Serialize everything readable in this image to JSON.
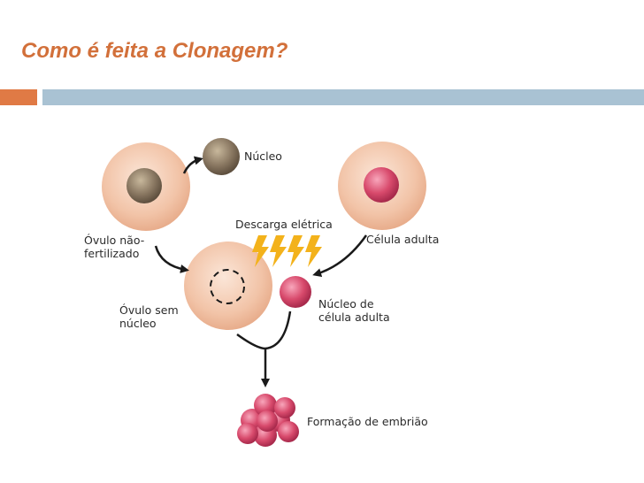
{
  "slide": {
    "title": "Como é feita a Clonagem?",
    "accent_color": "#e07a45",
    "bar_color": "#a9c2d3",
    "title_color": "#d2703a"
  },
  "diagram": {
    "labels": {
      "nucleus": "Núcleo",
      "unfertilized_egg_line1": "Óvulo não-",
      "unfertilized_egg_line2": "fertilizado",
      "electric_discharge": "Descarga elétrica",
      "adult_cell": "Célula adulta",
      "egg_without_nucleus_line1": "Óvulo sem",
      "egg_without_nucleus_line2": "núcleo",
      "adult_nucleus_line1": "Núcleo de",
      "adult_nucleus_line2": "célula adulta",
      "embryo_formation": "Formação de embrião"
    },
    "colors": {
      "cell": "#f2c4a8",
      "brown_nucleus": "#8a7862",
      "pink_nucleus": "#d84a6c",
      "lightning": "#f3b21b",
      "arrow": "#1a1a1a"
    },
    "icons": [
      "lightning-icon",
      "arrow-icon"
    ]
  }
}
